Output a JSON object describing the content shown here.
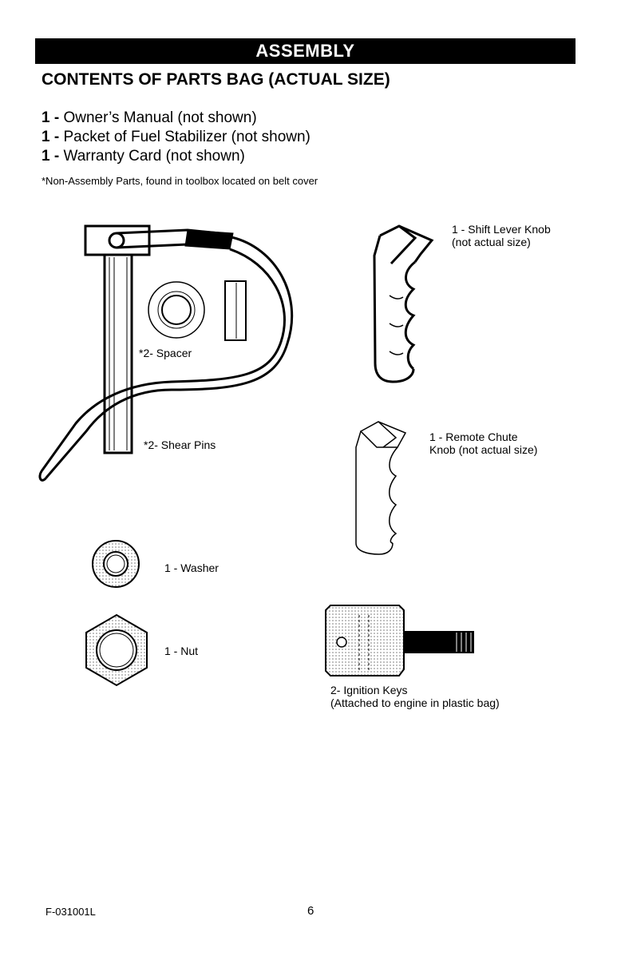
{
  "header": {
    "section": "ASSEMBLY",
    "title": "CONTENTS OF PARTS BAG (ACTUAL SIZE)"
  },
  "items": [
    {
      "qty": "1",
      "sep": "-",
      "text": "Owner’s Manual (not shown)"
    },
    {
      "qty": "1",
      "sep": "-",
      "text": "Packet of Fuel Stabilizer (not shown)"
    },
    {
      "qty": "1",
      "sep": "-",
      "text": "Warranty Card (not shown)"
    }
  ],
  "note": "*Non-Assembly Parts, found in toolbox located on belt cover",
  "labels": {
    "spacer": "*2- Spacer",
    "shear_pins": "*2- Shear Pins",
    "shift_knob_line1": "1 - Shift Lever Knob",
    "shift_knob_line2": "(not actual size)",
    "chute_knob_line1": "1 - Remote Chute",
    "chute_knob_line2": "Knob (not actual size)",
    "washer": "1 - Washer",
    "nut": "1 - Nut",
    "keys_line1": "2- Ignition Keys",
    "keys_line2": "(Attached to engine in plastic bag)"
  },
  "footer": {
    "code": "F-031001L",
    "page": "6"
  }
}
